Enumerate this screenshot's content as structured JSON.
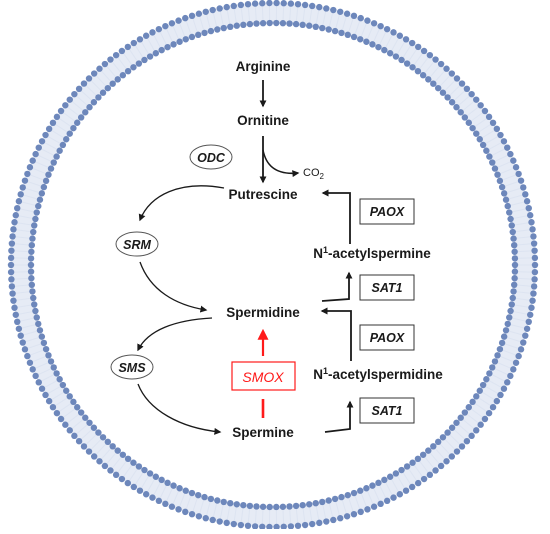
{
  "colors": {
    "membrane_head": "#6d87bb",
    "membrane_tail": "#dde4f1",
    "text": "#1a1a1a",
    "highlight": "#ff1a1a"
  },
  "metabolites": {
    "arginine": "Arginine",
    "ornithine": "Ornitine",
    "putrescine": "Putrescine",
    "spermidine": "Spermidine",
    "spermine": "Spermine",
    "acetylspermine_prefix": "N",
    "acetylspermine_sup": "1",
    "acetylspermine_rest": "-acetylspermine",
    "acetylspermidine_prefix": "N",
    "acetylspermidine_sup": "1",
    "acetylspermidine_rest": "-acetylspermidine",
    "co2_main": "CO",
    "co2_sub": "2"
  },
  "enzymes": {
    "odc": "ODC",
    "srm": "SRM",
    "sms": "SMS",
    "smox": "SMOX",
    "paox_top": "PAOX",
    "sat1_top": "SAT1",
    "paox_bottom": "PAOX",
    "sat1_bottom": "SAT1"
  }
}
